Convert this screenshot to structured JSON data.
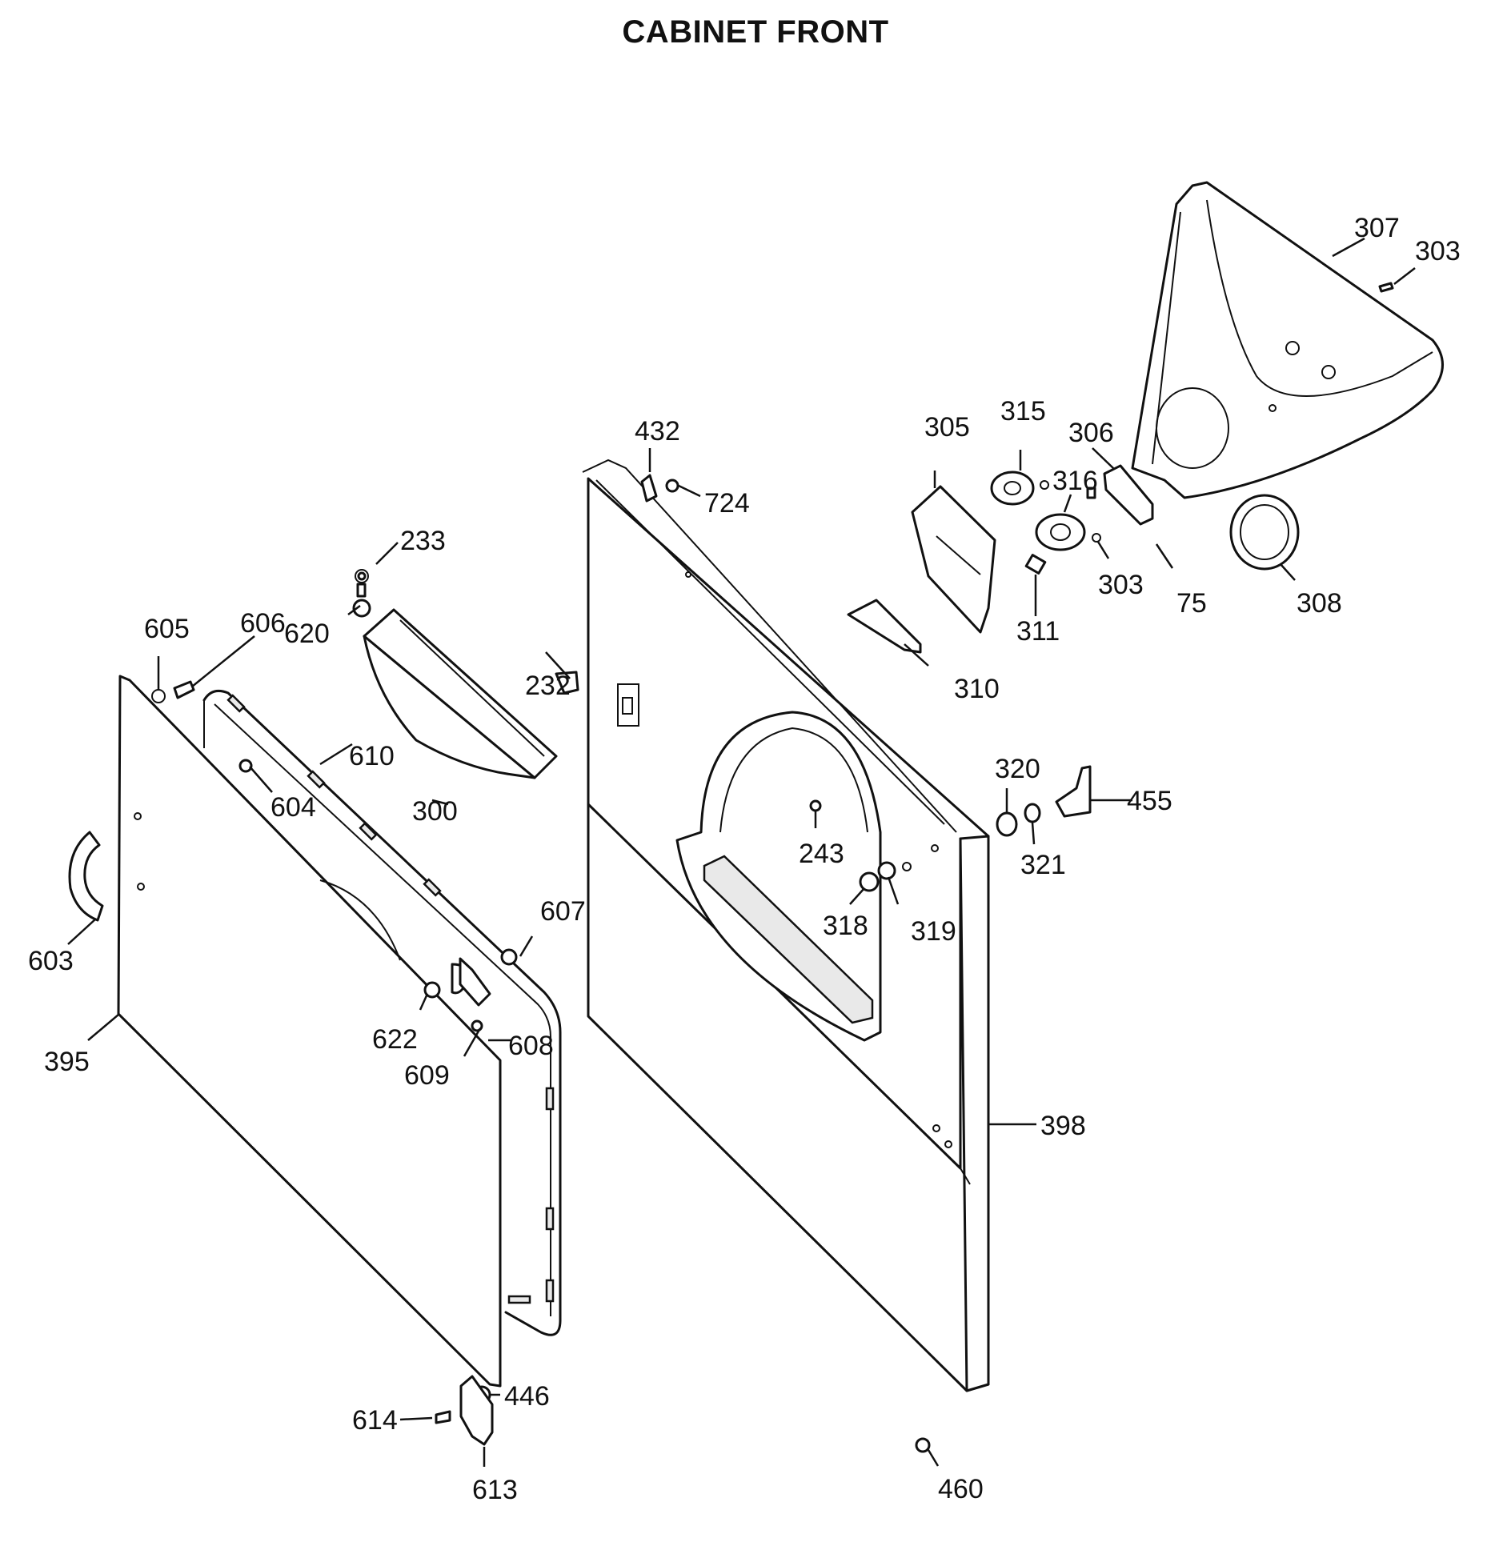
{
  "title": "CABINET FRONT",
  "callouts": {
    "c232": "232",
    "c233": "233",
    "c243": "243",
    "c300": "300",
    "c303a": "303",
    "c303b": "303",
    "c305": "305",
    "c306": "306",
    "c307": "307",
    "c308": "308",
    "c310": "310",
    "c311": "311",
    "c315": "315",
    "c316": "316",
    "c318": "318",
    "c319": "319",
    "c320": "320",
    "c321": "321",
    "c395": "395",
    "c398": "398",
    "c432": "432",
    "c446": "446",
    "c455": "455",
    "c460": "460",
    "c603": "603",
    "c604": "604",
    "c605": "605",
    "c606": "606",
    "c607": "607",
    "c608": "608",
    "c609": "609",
    "c610": "610",
    "c613": "613",
    "c614": "614",
    "c620": "620",
    "c622": "622",
    "c724": "724",
    "c75": "75"
  }
}
